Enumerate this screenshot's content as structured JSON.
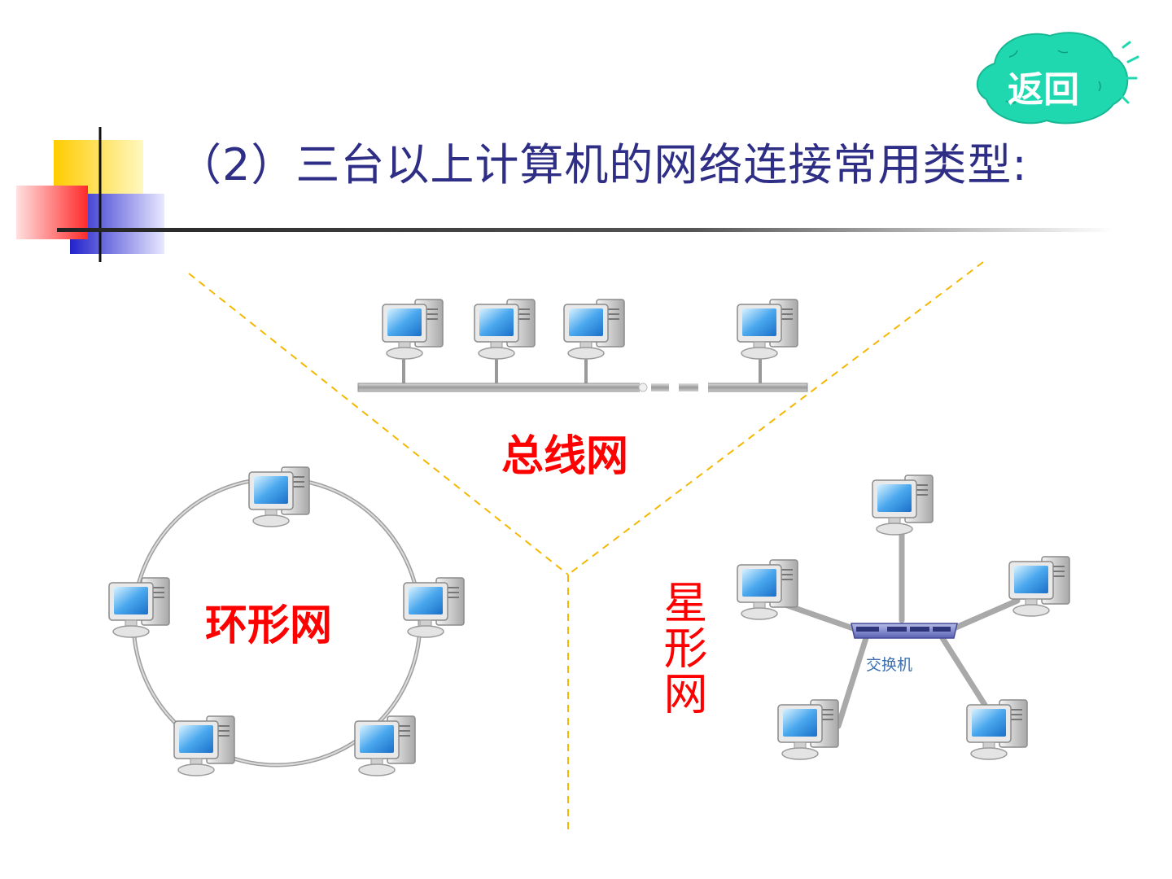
{
  "slide": {
    "title": "（2）三台以上计算机的网络连接常用类型:",
    "back_button": "返回"
  },
  "diagram": {
    "bus": {
      "label": "总线网",
      "computers": 4
    },
    "ring": {
      "label": "环形网",
      "computers": 5
    },
    "star": {
      "label": "星形网",
      "hub_label": "交换机",
      "computers": 5
    }
  },
  "colors": {
    "title": "#2e2e86",
    "label": "#ff0000",
    "divider": "#f5b800",
    "bubble": "#20d8b0",
    "hub_label": "#3a6fb0"
  }
}
